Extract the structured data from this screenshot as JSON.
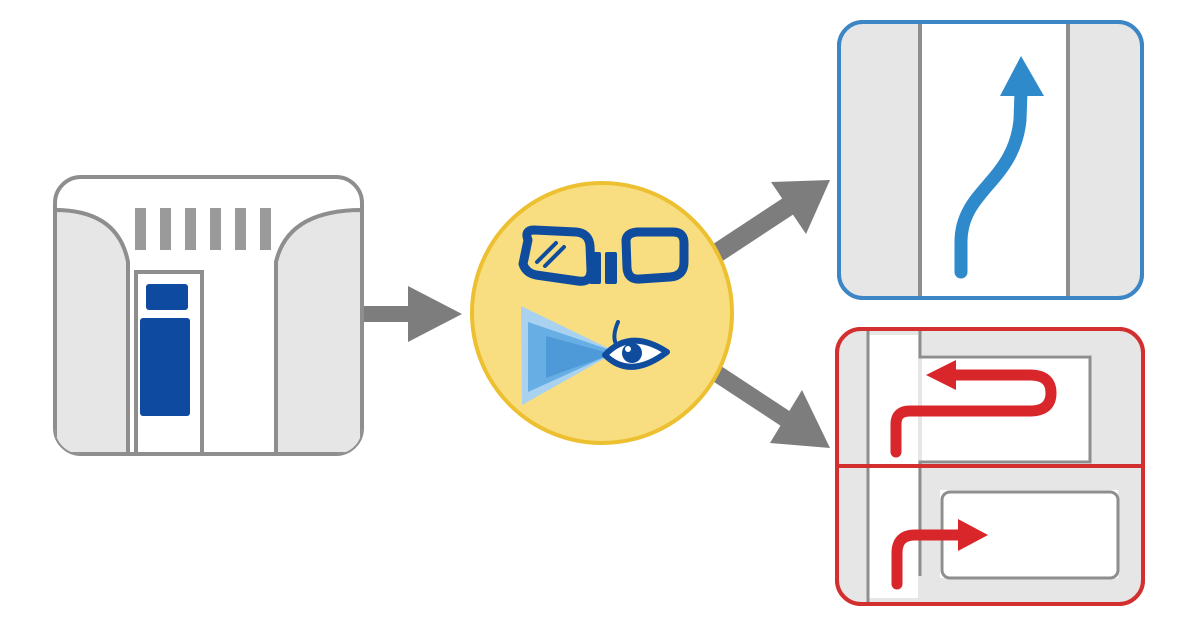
{
  "colors": {
    "background": "#ffffff",
    "panel_fill": "#ffffff",
    "gray_zone": "#e6e6e6",
    "gray_line": "#8e8e8e",
    "gray_arrow": "#7d7d7d",
    "gray_stripe": "#9a9a9a",
    "car_blue": "#0d4aa0",
    "check_yellow": "#f8de80",
    "check_yellow_border": "#ecc030",
    "mirror_blue": "#0f4c9e",
    "view_cone": "#66aee4",
    "view_cone_light": "#a8d2f0",
    "success_blue": "#2f8acc",
    "success_border": "#3d86c6",
    "danger_red": "#d9262a",
    "danger_border": "#d32f2f"
  },
  "icons": {
    "parking_scene": "parking-garage-icon",
    "parked_car": "car-topview-icon",
    "left_mirror": "side-mirror-left-icon",
    "right_mirror": "side-mirror-right-icon",
    "eye": "eye-icon",
    "view_cone": "vision-cone-icon",
    "good_path": "curved-up-arrow-icon",
    "bad_path": "u-turn-arrow-icon",
    "bad_exit": "bent-right-arrow-icon"
  },
  "outcomes": [
    {
      "id": "safe-exit",
      "border": "success_border"
    },
    {
      "id": "unsafe-maneuver",
      "border": "danger_border"
    }
  ]
}
